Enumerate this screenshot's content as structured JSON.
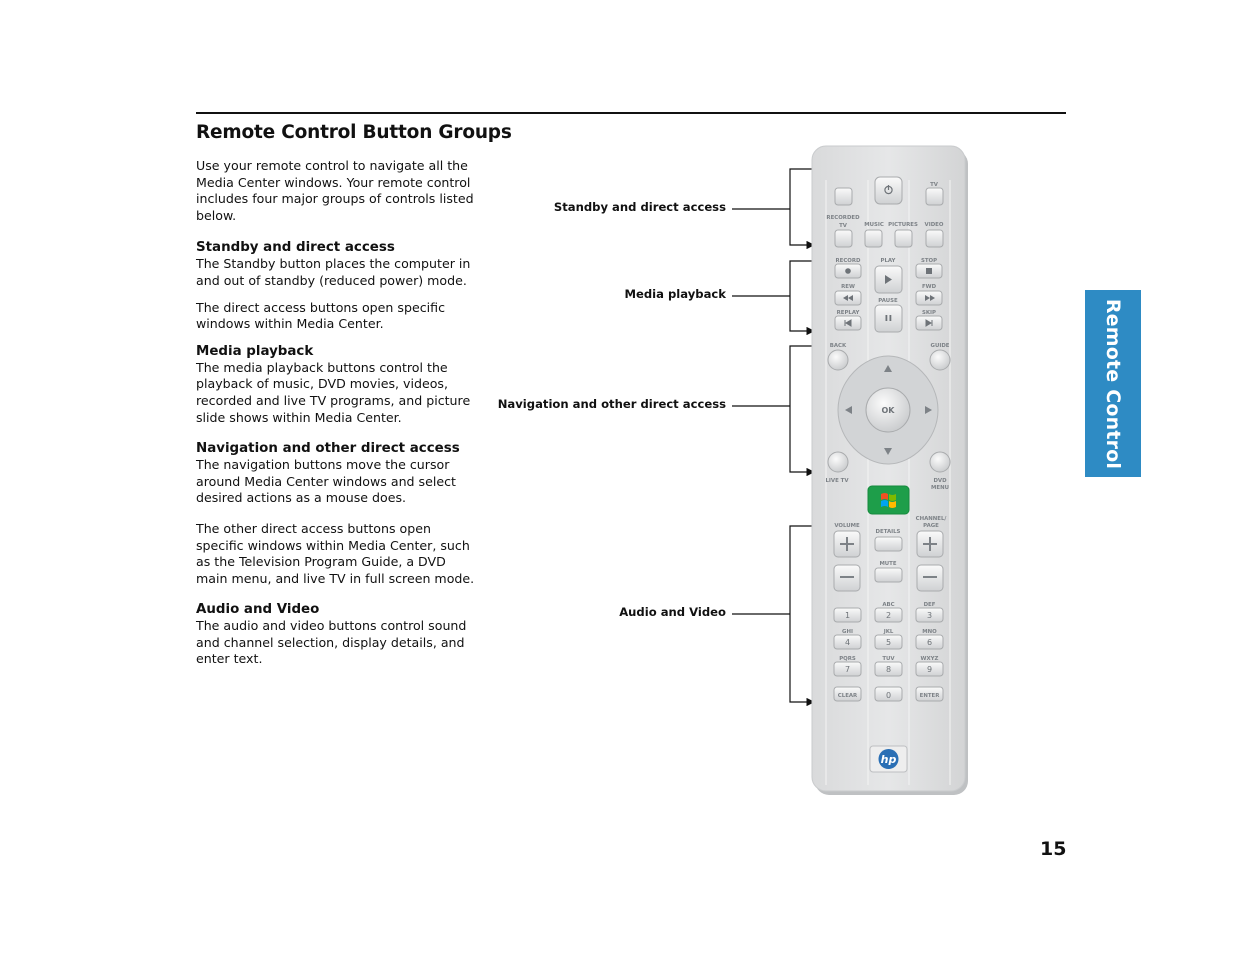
{
  "page": {
    "title": "Remote Control Button Groups",
    "intro": "Use your remote control to navigate all the Media Center windows. Your remote control includes four major groups of controls listed below.",
    "sections": [
      {
        "heading": "Standby and direct access",
        "paragraphs": [
          "The Standby button places the computer in and out of standby (reduced power) mode.",
          "The direct access buttons open specific windows within Media Center."
        ]
      },
      {
        "heading": "Media playback",
        "paragraphs": [
          "The media playback buttons control the playback of music, DVD movies, videos, recorded and live TV programs, and picture slide shows within Media Center."
        ]
      },
      {
        "heading": "Navigation and other direct access",
        "paragraphs": [
          "The navigation buttons move the cursor around Media Center windows and select desired actions as a mouse does.",
          "The other direct access buttons open specific windows within Media Center, such as the Television Program Guide, a DVD main menu, and live TV in full screen mode."
        ]
      },
      {
        "heading": "Audio and Video",
        "paragraphs": [
          "The audio and video buttons control sound and channel selection, display details, and enter text."
        ]
      }
    ],
    "side_tab": "Remote Control",
    "page_number": "15"
  },
  "callouts": [
    "Standby and direct access",
    "Media playback",
    "Navigation and other direct access",
    "Audio and Video"
  ],
  "remote": {
    "top": {
      "tv": "TV",
      "recorded_tv": "RECORDED TV",
      "music": "MUSIC",
      "pictures": "PICTURES",
      "video": "VIDEO"
    },
    "playback": {
      "record": "RECORD",
      "play": "PLAY",
      "stop": "STOP",
      "rew": "REW",
      "fwd": "FWD",
      "pause": "PAUSE",
      "replay": "REPLAY",
      "skip": "SKIP"
    },
    "nav": {
      "back": "BACK",
      "guide": "GUIDE",
      "ok": "OK",
      "live_tv": "LIVE TV",
      "dvd_menu": "DVD MENU"
    },
    "av": {
      "volume": "VOLUME",
      "details": "DETAILS",
      "channel_page": "CHANNEL/ PAGE",
      "mute": "MUTE"
    },
    "keypad": [
      {
        "digit": "1",
        "letters": ""
      },
      {
        "digit": "2",
        "letters": "ABC"
      },
      {
        "digit": "3",
        "letters": "DEF"
      },
      {
        "digit": "4",
        "letters": "GHI"
      },
      {
        "digit": "5",
        "letters": "JKL"
      },
      {
        "digit": "6",
        "letters": "MNO"
      },
      {
        "digit": "7",
        "letters": "PQRS"
      },
      {
        "digit": "8",
        "letters": "TUV"
      },
      {
        "digit": "9",
        "letters": "WXYZ"
      }
    ],
    "bottom": {
      "clear": "CLEAR",
      "zero": "0",
      "enter": "ENTER"
    },
    "logo": "hp"
  },
  "colors": {
    "tab_blue": "#2e8bc4",
    "start_green": "#1e9e4a",
    "hp_blue": "#2a6fb5"
  }
}
